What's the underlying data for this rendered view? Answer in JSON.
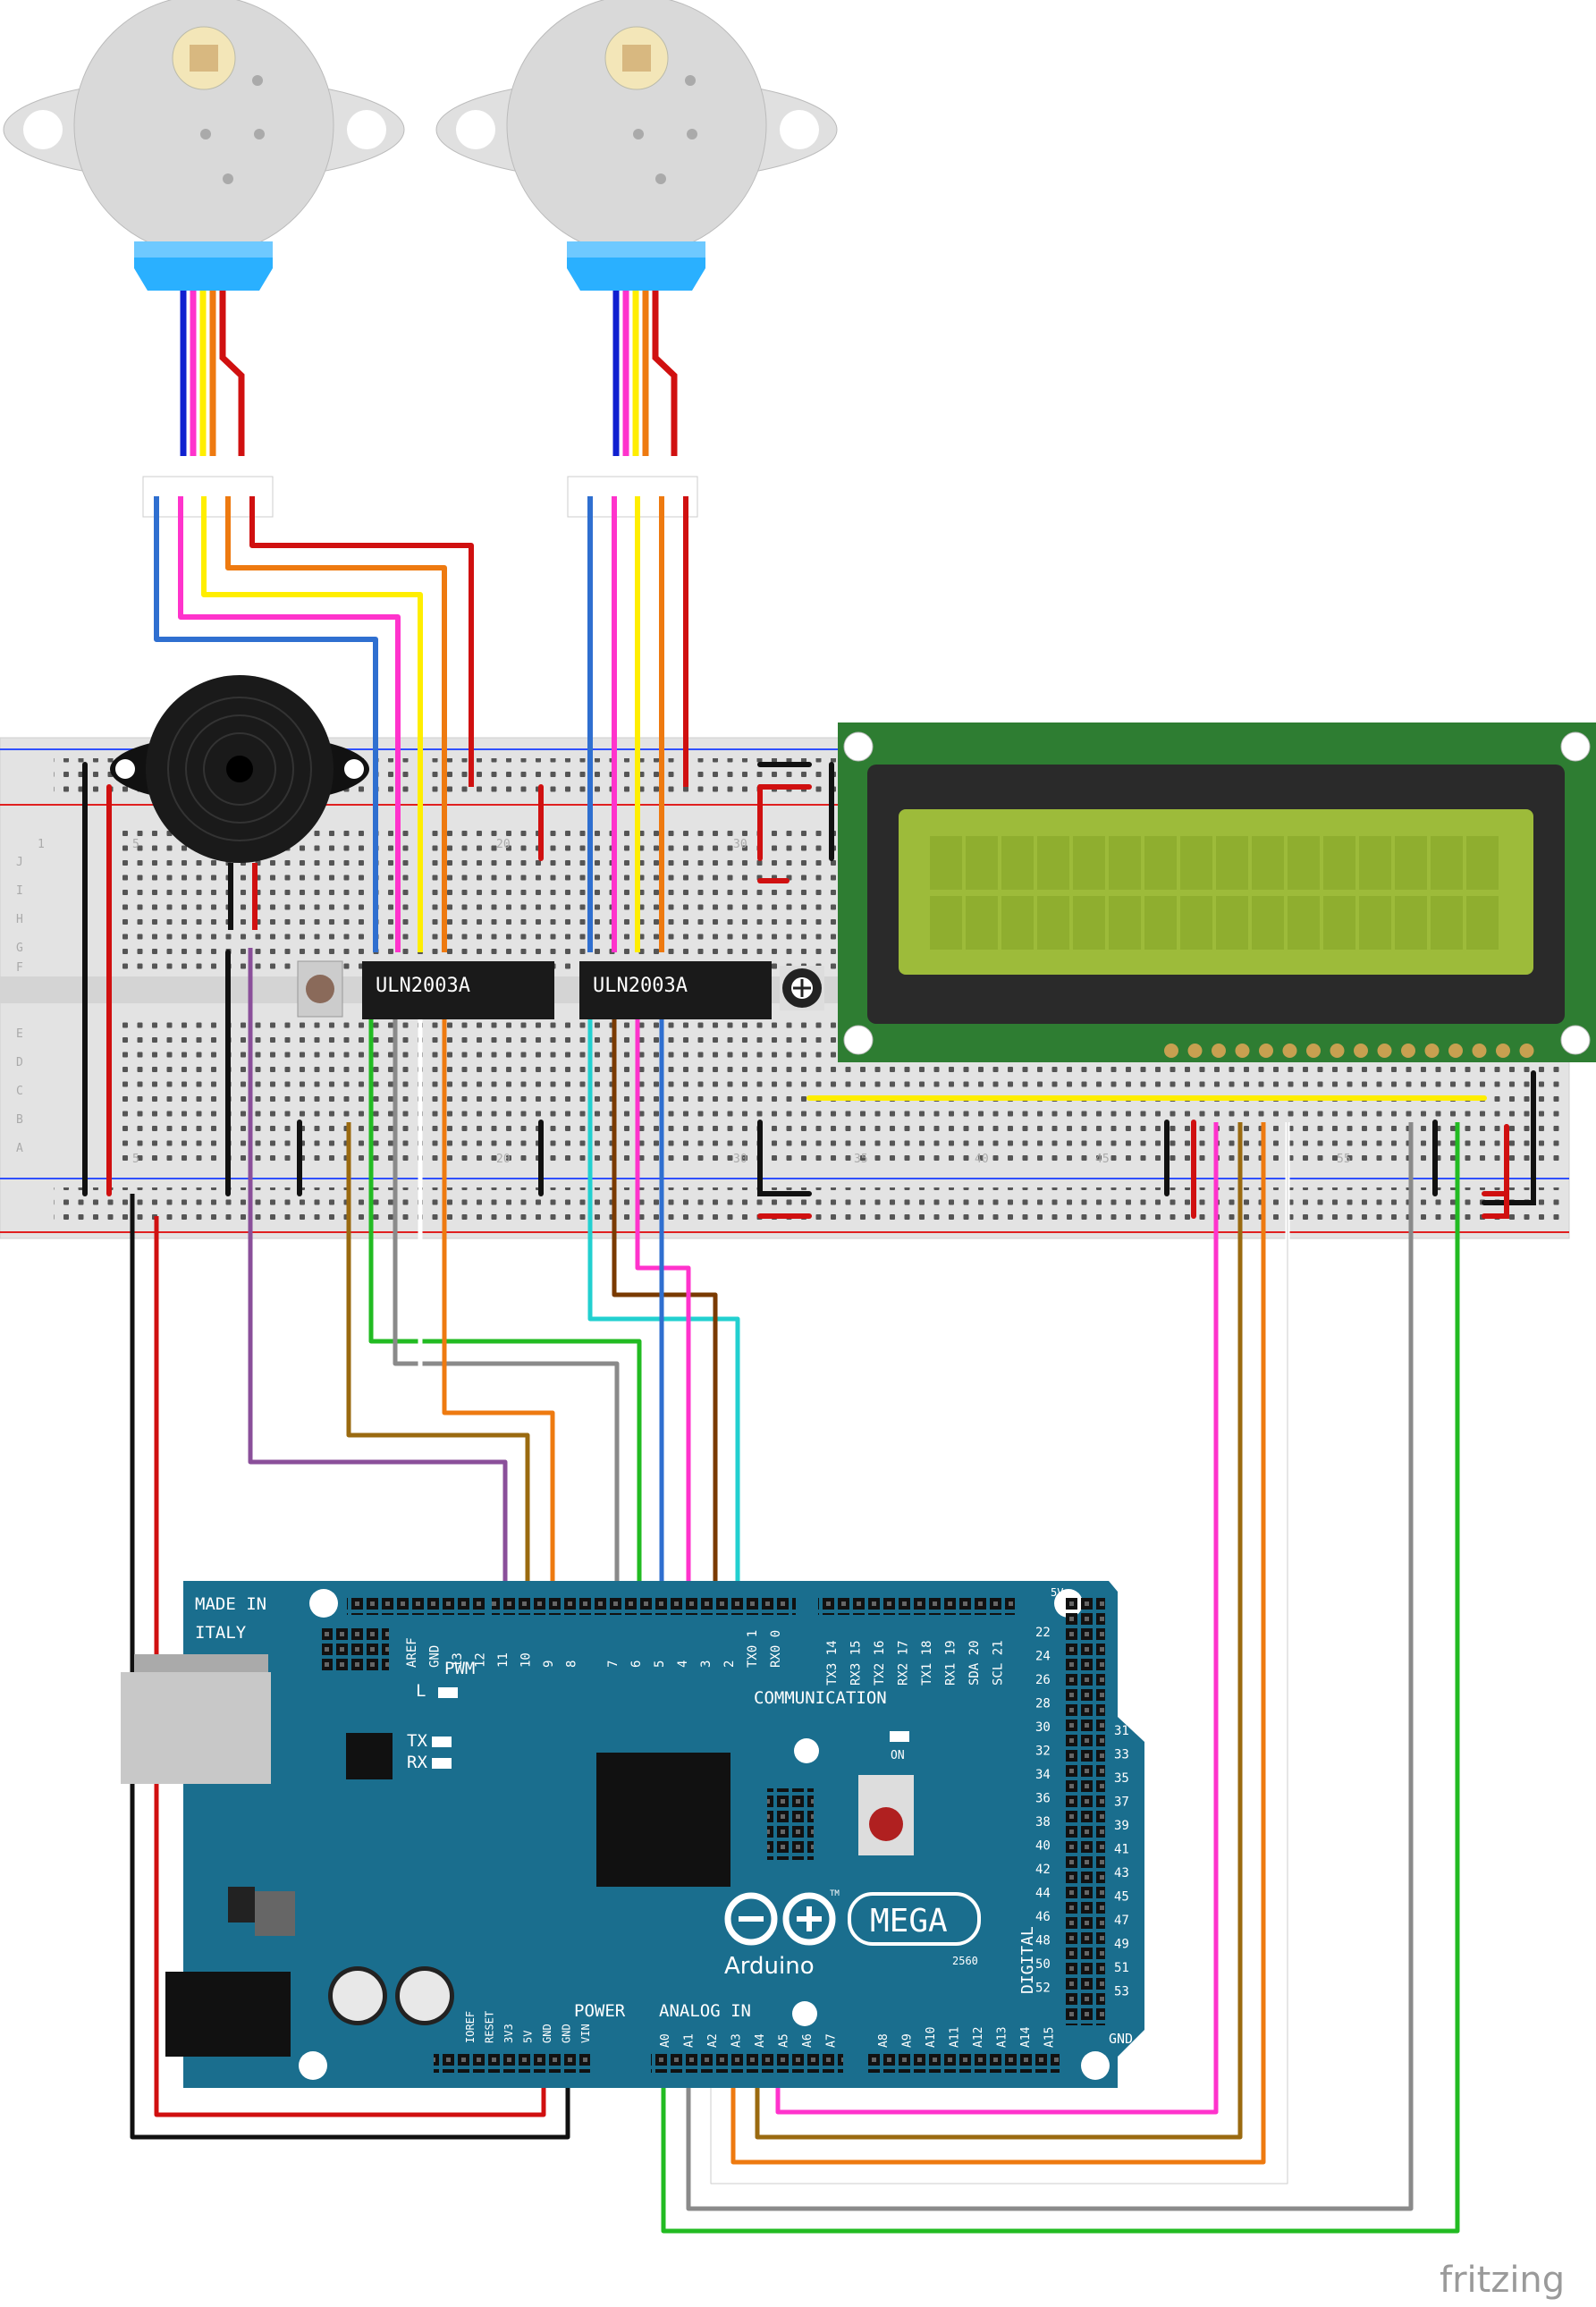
{
  "chips": [
    "ULN2003A",
    "ULN2003A"
  ],
  "lcd": {
    "columns": 16,
    "rows": 2,
    "color_frame": "#2e7d32",
    "color_screen": "#9dbb3a"
  },
  "breadboard": {
    "row_letters_top": [
      "J",
      "I",
      "H",
      "G",
      "F"
    ],
    "row_letters_bottom": [
      "E",
      "D",
      "C",
      "B",
      "A"
    ],
    "column_numbers_top": [
      "1",
      "5",
      "20",
      "30"
    ],
    "column_numbers_bottom": [
      "5",
      "20",
      "30",
      "35",
      "40",
      "45",
      "55"
    ]
  },
  "arduino": {
    "made_in": [
      "MADE IN",
      "ITALY"
    ],
    "header_top_labels": [
      "AREF",
      "GND",
      "13",
      "12",
      "11",
      "10",
      "9",
      "8",
      "7",
      "6",
      "5",
      "4",
      "3",
      "2",
      "TX0 1",
      "RX0 0"
    ],
    "comm_labels": [
      "TX3 14",
      "RX3 15",
      "TX2 16",
      "RX2 17",
      "TX1 18",
      "RX1 19",
      "SDA 20",
      "SCL 21"
    ],
    "pwm": "PWM",
    "communication": "COMMUNICATION",
    "led_l": "L",
    "led_tx": "TX",
    "led_rx": "RX",
    "on": "ON",
    "power": "POWER",
    "power_pins": [
      "IOREF",
      "RESET",
      "3V3",
      "5V",
      "GND",
      "GND",
      "VIN"
    ],
    "analog_in": "ANALOG IN",
    "analog_pins": [
      "A0",
      "A1",
      "A2",
      "A3",
      "A4",
      "A5",
      "A6",
      "A7",
      "A8",
      "A9",
      "A10",
      "A11",
      "A12",
      "A13",
      "A14",
      "A15"
    ],
    "digital_left": [
      "22",
      "24",
      "26",
      "28",
      "30",
      "32",
      "34",
      "36",
      "38",
      "40",
      "42",
      "44",
      "46",
      "48",
      "50",
      "52"
    ],
    "digital_right": [
      "31",
      "33",
      "35",
      "37",
      "39",
      "41",
      "43",
      "45",
      "47",
      "49",
      "51",
      "53"
    ],
    "digital": "DIGITAL",
    "five_v": "5V",
    "gnd": "GND",
    "logo_mega": "MEGA",
    "logo_arduino": "Arduino",
    "model": "2560",
    "tm": "TM",
    "board_color": "#1a6e8e"
  },
  "brand": "fritzing",
  "wire_colors": {
    "blue": "#2f6fd0",
    "pink": "#ff33cc",
    "yellow": "#ffee00",
    "orange": "#ee7a10",
    "red": "#d01010",
    "black": "#111111",
    "green": "#22bb22",
    "gray": "#8a8a8a",
    "white": "#ffffff",
    "brown": "#9a6a10",
    "purple": "#8a4f9a",
    "cyan": "#22d0d0",
    "darkbrown": "#7a3a00"
  },
  "icons": [
    "stepper-motor-icon",
    "buzzer-icon",
    "pushbutton-icon",
    "potentiometer-icon",
    "reset-button-icon",
    "usb-port-icon",
    "power-jack-icon",
    "capacitor-icon"
  ]
}
